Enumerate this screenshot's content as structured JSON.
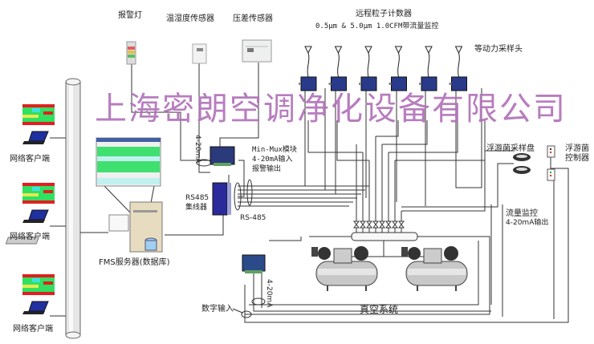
{
  "watermark": "上海密朗空调净化设备有限公司",
  "labels": {
    "alarm_light": "报警灯",
    "temp_humidity_sensor": "温湿度传感器",
    "diff_pressure_sensor": "压差传感器",
    "remote_counter_title": "远程粒子计数器",
    "remote_counter_spec": "0.5μm & 5.0μm 1.0CFM带流量监控",
    "isokinetic_probe": "等动力采样头",
    "minimux_line1": "Min-Mux模块",
    "minimux_line2": "4-20mA输入",
    "minimux_line3": "报警输出",
    "rs485_hub_line1": "RS485",
    "rs485_hub_line2": "集线器",
    "rs485": "RS-485",
    "signal_4_20ma_top": "4-20mA",
    "signal_4_20ma_bottom": "4-20mA",
    "fms_server": "FMS服务器(数据库)",
    "planktonic_sampler": "浮游菌采样盘",
    "planktonic_controller_line1": "浮游菌",
    "planktonic_controller_line2": "控制器",
    "flow_monitor_line1": "流量监控",
    "flow_monitor_line2": "4-20mA输出",
    "digital_input": "数字输入",
    "vacuum_system": "真空系统",
    "network_clients": [
      "网络客户端",
      "网络客户端",
      "网络客户端"
    ]
  },
  "counts": {
    "particle_counters": 6,
    "vacuum_pumps": 2,
    "network_clients": 3,
    "planktonic_samplers": 2,
    "manifold_valves": 8
  },
  "colors": {
    "watermark": "#b070b8",
    "device_blue": "#2a3a8a",
    "line": "#333333",
    "client_red": "#e02020",
    "client_green": "#30e060",
    "client_cyan": "#40e0e0",
    "client_yellow": "#e8e850"
  }
}
